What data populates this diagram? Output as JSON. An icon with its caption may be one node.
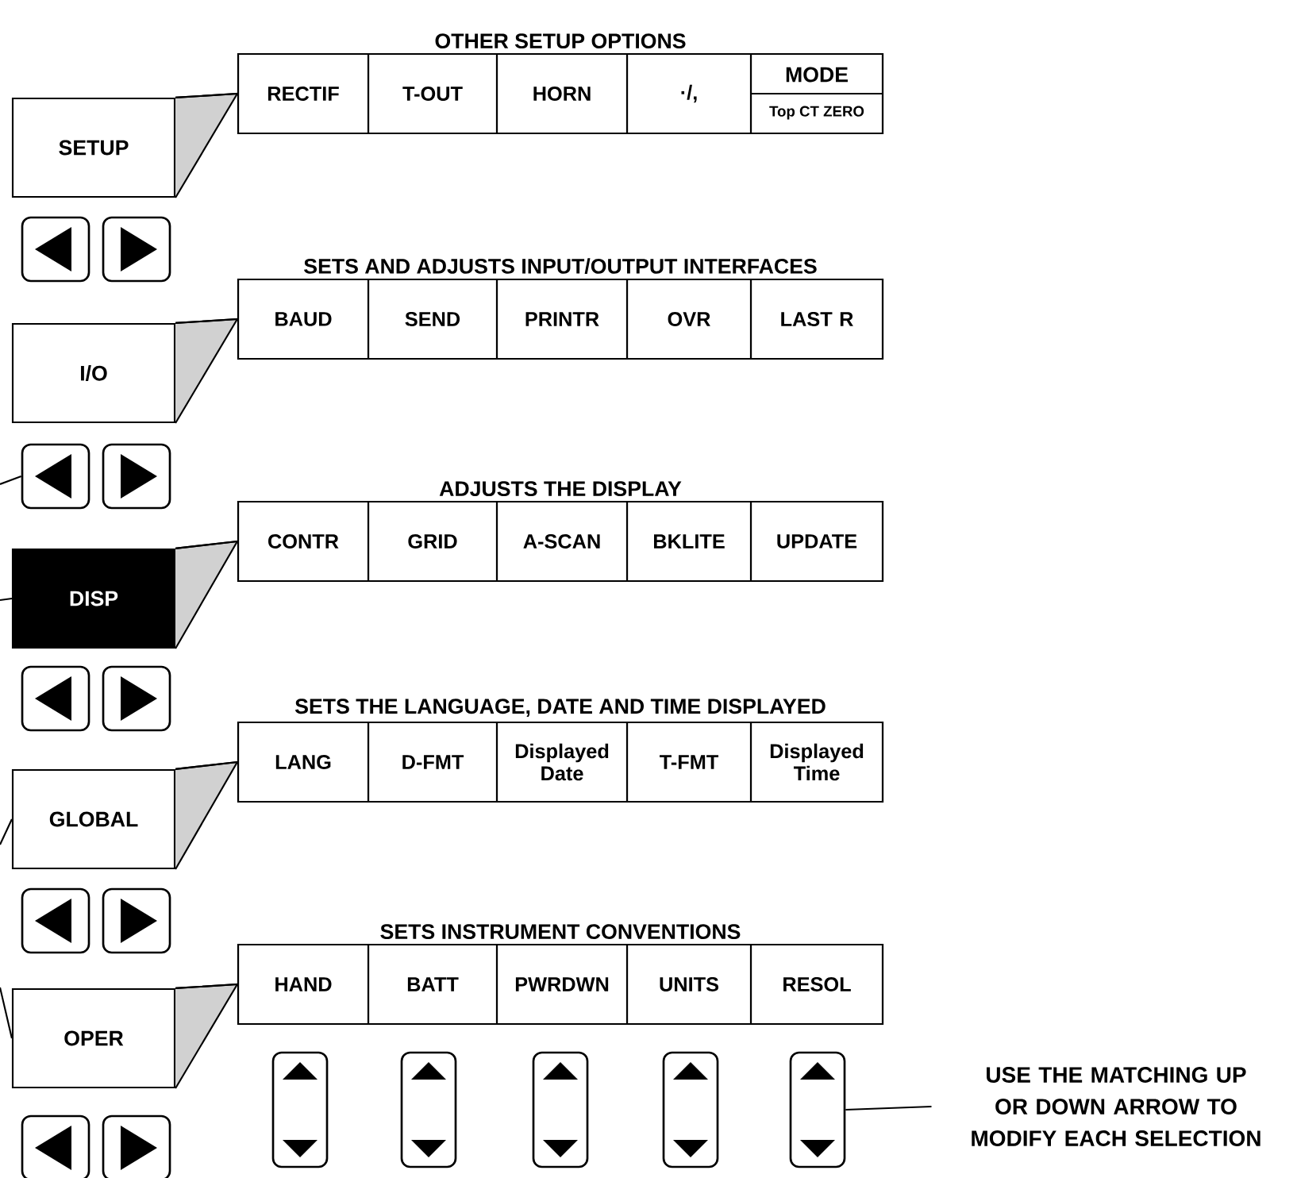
{
  "diagram": {
    "nodes": [
      {
        "text": [
          "OTHER SETUP OPTIONS"
        ]
      },
      {
        "text": [
          "RECTIF"
        ],
        "in": 0
      },
      {
        "text": [
          "T-OUT"
        ],
        "in": 0
      },
      {
        "text": [
          "HORN"
        ],
        "in": 0
      },
      {
        "text": [
          "·/,"
        ],
        "in": 0
      },
      {
        "text": [
          "MODE",
          "Top CT ZERO"
        ],
        "in": 0
      },
      {
        "text": [
          "SETUP"
        ]
      },
      {
        "text": [],
        "shape": "box"
      },
      {
        "text": [],
        "shape": "box"
      },
      {
        "text": [
          "SETS AND ADJUSTS INPUT/OUTPUT INTERFACES"
        ]
      },
      {
        "text": [
          "BAUD"
        ],
        "in": 9
      },
      {
        "text": [
          "SEND"
        ],
        "in": 9
      },
      {
        "text": [
          "PRINTR"
        ],
        "in": 9
      },
      {
        "text": [
          "OVR"
        ],
        "in": 9
      },
      {
        "text": [
          "LAST R"
        ],
        "in": 9
      },
      {
        "text": [
          "I/O"
        ]
      },
      {
        "text": [],
        "shape": "box"
      },
      {
        "text": [],
        "shape": "box"
      },
      {
        "text": [
          "ADJUSTS THE DISPLAY"
        ]
      },
      {
        "text": [
          "CONTR"
        ],
        "in": 18
      },
      {
        "text": [
          "GRID"
        ],
        "in": 18
      },
      {
        "text": [
          "A-SCAN"
        ],
        "in": 18
      },
      {
        "text": [
          "BKLITE"
        ],
        "in": 18
      },
      {
        "text": [
          "UPDATE"
        ],
        "in": 18
      },
      {
        "text": [
          "DISP"
        ]
      },
      {
        "text": [],
        "shape": "box"
      },
      {
        "text": [],
        "shape": "box"
      },
      {
        "text": [
          "SETS THE LANGUAGE, DATE AND TIME DISPLAYED"
        ]
      },
      {
        "text": [
          "LANG"
        ],
        "in": 27
      },
      {
        "text": [
          "D-FMT"
        ],
        "in": 27
      },
      {
        "text": [
          "Displayed Date"
        ],
        "in": 27
      },
      {
        "text": [
          "T-FMT"
        ],
        "in": 27
      },
      {
        "text": [
          "Displayed Time"
        ],
        "in": 27
      },
      {
        "text": [
          "GLOBAL"
        ]
      },
      {
        "text": [],
        "shape": "box"
      },
      {
        "text": [],
        "shape": "box"
      },
      {
        "text": [
          "SETS INSTRUMENT CONVENTIONS"
        ]
      },
      {
        "text": [
          "HAND"
        ],
        "in": 36
      },
      {
        "text": [
          "BATT"
        ],
        "in": 36
      },
      {
        "text": [
          "PWRDWN"
        ],
        "in": 36
      },
      {
        "text": [
          "UNITS"
        ],
        "in": 36
      },
      {
        "text": [
          "RESOL"
        ],
        "in": 36
      },
      {
        "text": [
          "OPER"
        ]
      },
      {
        "text": [],
        "shape": "box"
      },
      {
        "text": [],
        "shape": "box"
      },
      {
        "text": [],
        "shape": "box"
      },
      {
        "text": [],
        "shape": "box"
      },
      {
        "text": [],
        "shape": "box"
      },
      {
        "text": [],
        "shape": "box"
      },
      {
        "text": [],
        "shape": "box"
      },
      {
        "text": [
          "USE THE MATCHING UP OR DOWN ARROW TO MODIFY EACH SELECTION"
        ]
      }
    ],
    "edges": [
      {
        "from": 6,
        "to": 0,
        "arrow": "none"
      },
      {
        "from": 15,
        "to": 9,
        "arrow": "none"
      },
      {
        "from": 24,
        "to": 18,
        "arrow": "none"
      },
      {
        "from": 33,
        "to": 27,
        "arrow": "none"
      },
      {
        "from": 42,
        "to": 36,
        "arrow": "none"
      },
      {
        "from": null,
        "to": 16,
        "arrow": "none"
      },
      {
        "from": null,
        "to": 24,
        "arrow": "none"
      },
      {
        "from": null,
        "to": 33,
        "arrow": "none"
      },
      {
        "from": null,
        "to": 42,
        "arrow": "none"
      },
      {
        "from": 50,
        "to": 49,
        "arrow": "none"
      }
    ]
  }
}
